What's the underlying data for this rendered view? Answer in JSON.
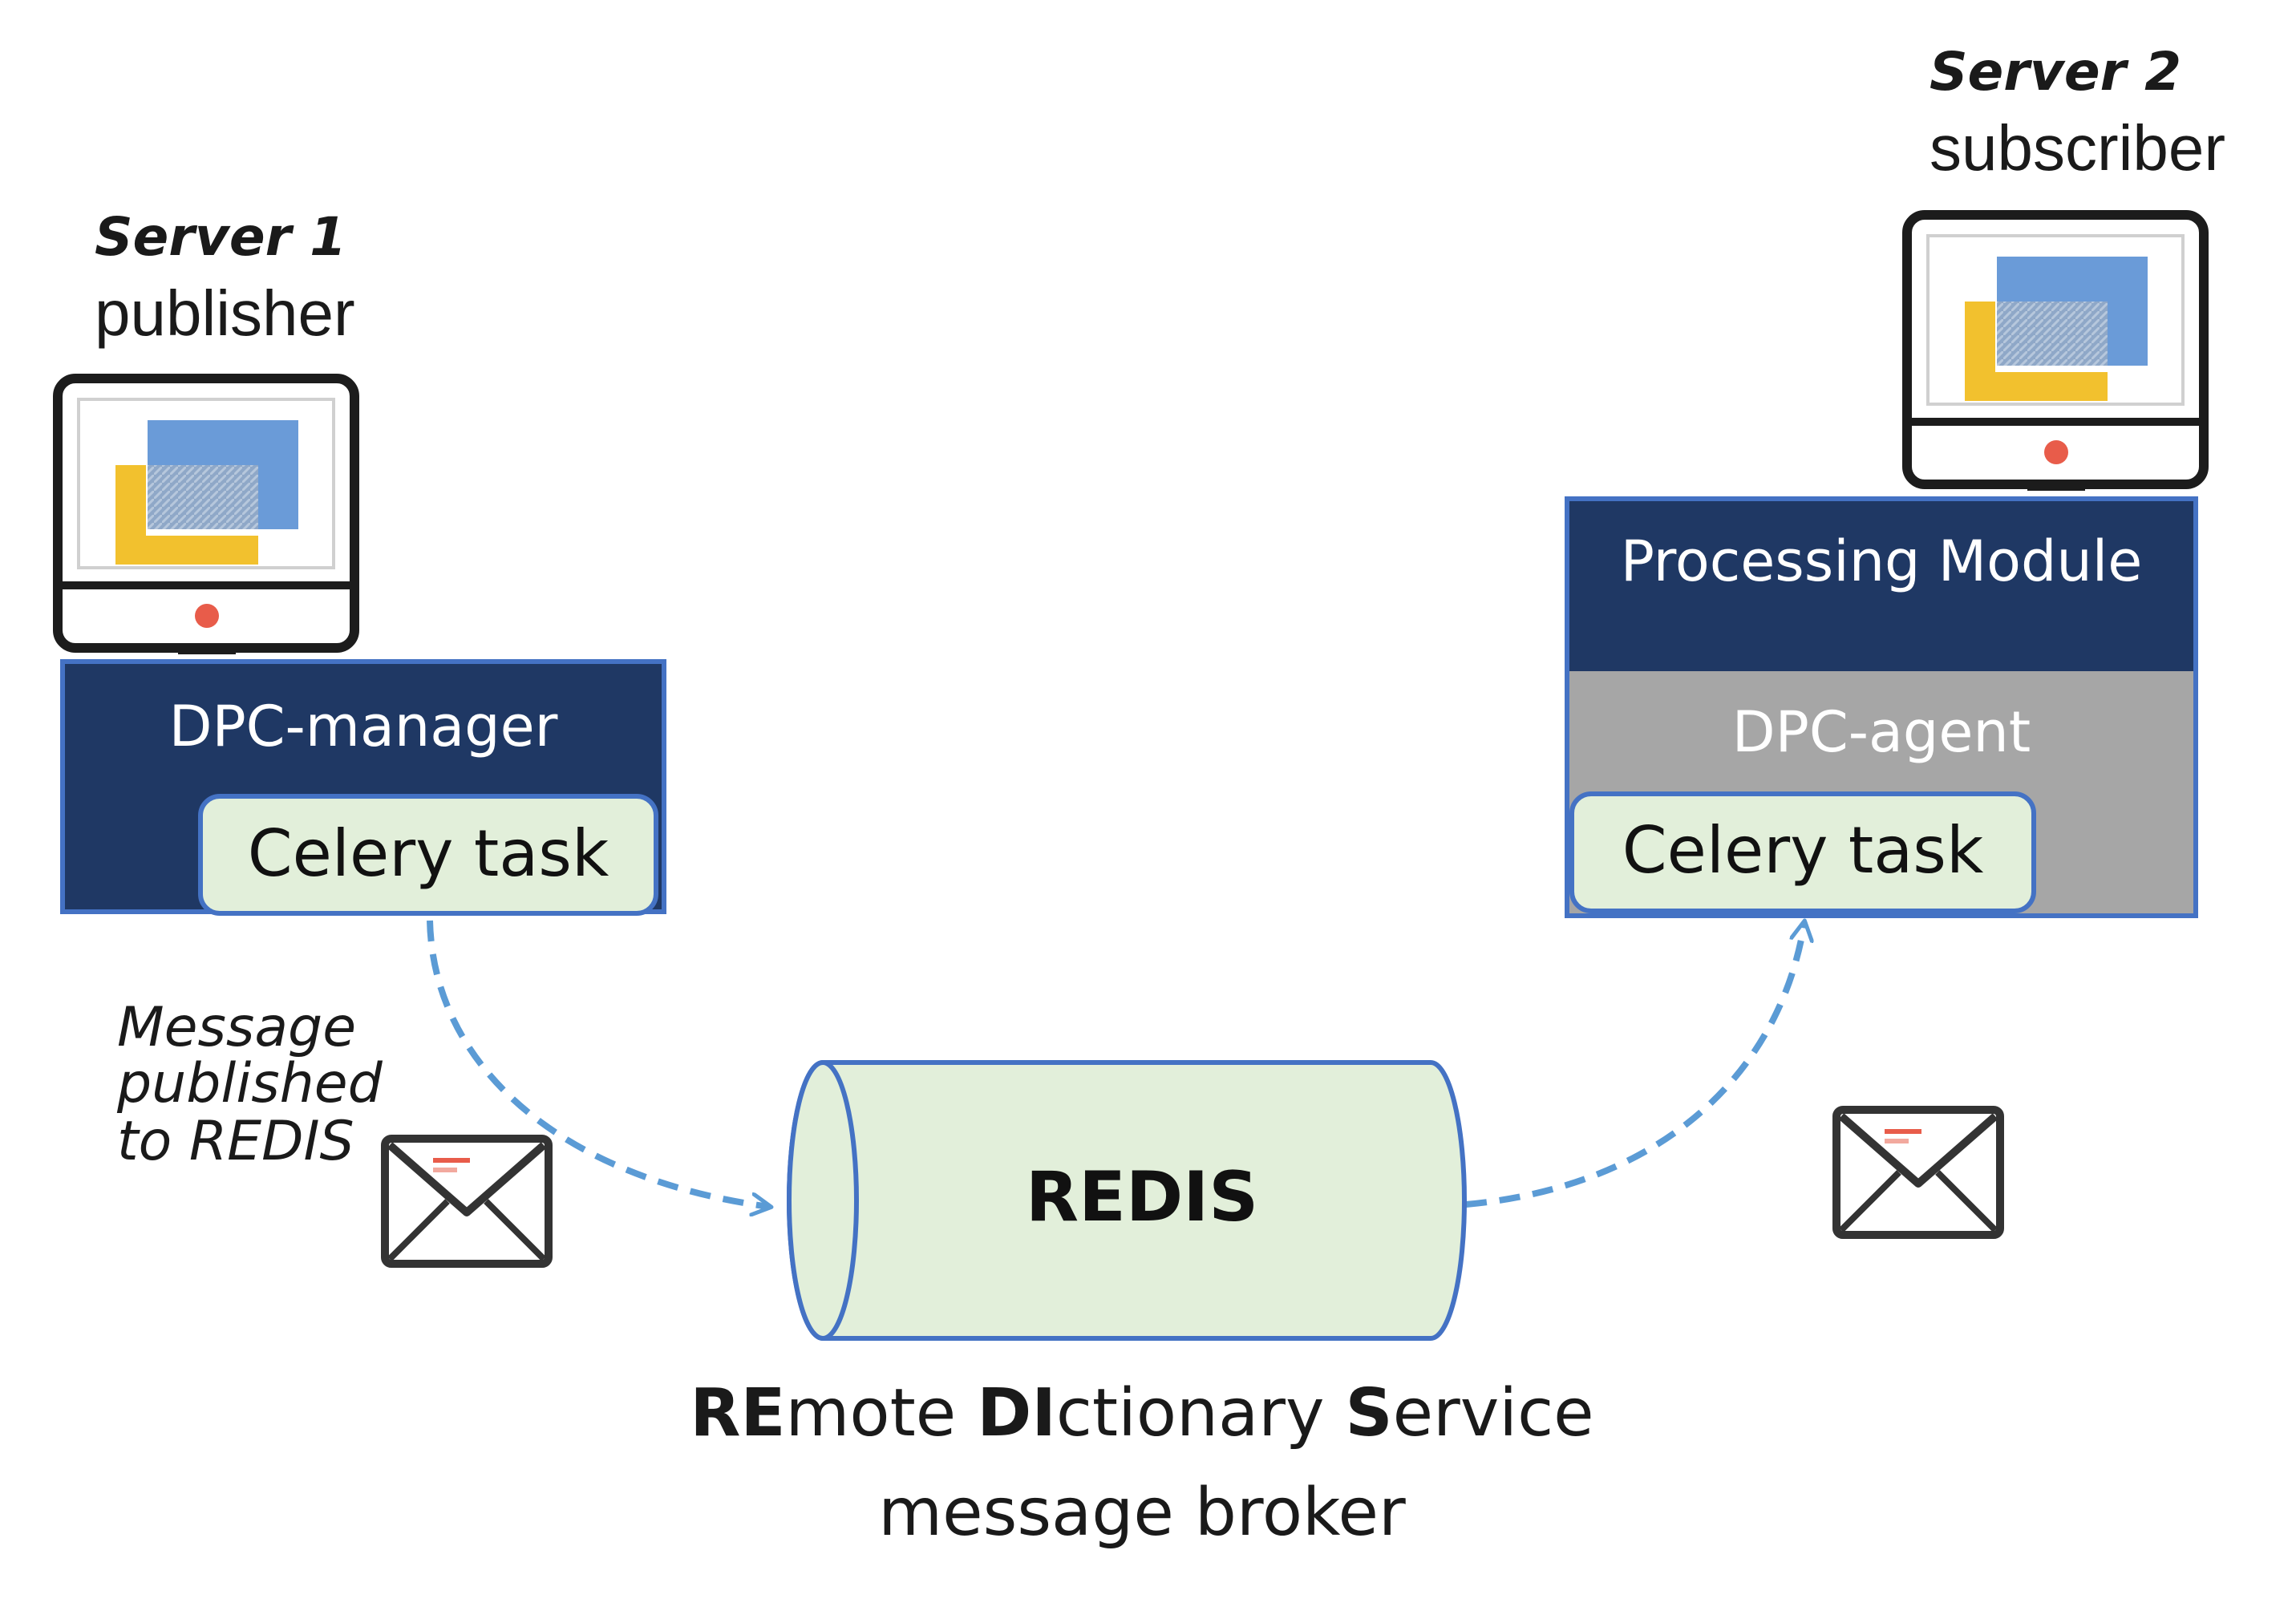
{
  "server1": {
    "name": "Server 1",
    "role": "publisher"
  },
  "server2": {
    "name": "Server 2",
    "role": "subscriber"
  },
  "manager_box": {
    "title": "DPC-manager",
    "task": "Celery task"
  },
  "agent_box": {
    "module": "Processing Module",
    "agent": "DPC-agent",
    "task": "Celery task"
  },
  "publish_note": {
    "line1": "Message",
    "line2": "published",
    "line3": "to REDIS"
  },
  "redis": {
    "label": "REDIS",
    "expansion": {
      "w1_bold": "RE",
      "w1_rest": "mote ",
      "w2_bold": "DI",
      "w2_rest": "ctionary ",
      "w3_bold": "S",
      "w3_rest": "ervice"
    },
    "caption": "message broker"
  },
  "colors": {
    "navy": "#1f3864",
    "grey": "#a6a6a6",
    "task_fill": "#e2efda",
    "cylinder_fill": "#e2efda",
    "stroke_blue": "#4472c4",
    "arrow_blue": "#5b9bd5",
    "screen_blue": "#6a9bd8",
    "screen_yellow": "#f2c12e",
    "power_red": "#e85c4a"
  }
}
